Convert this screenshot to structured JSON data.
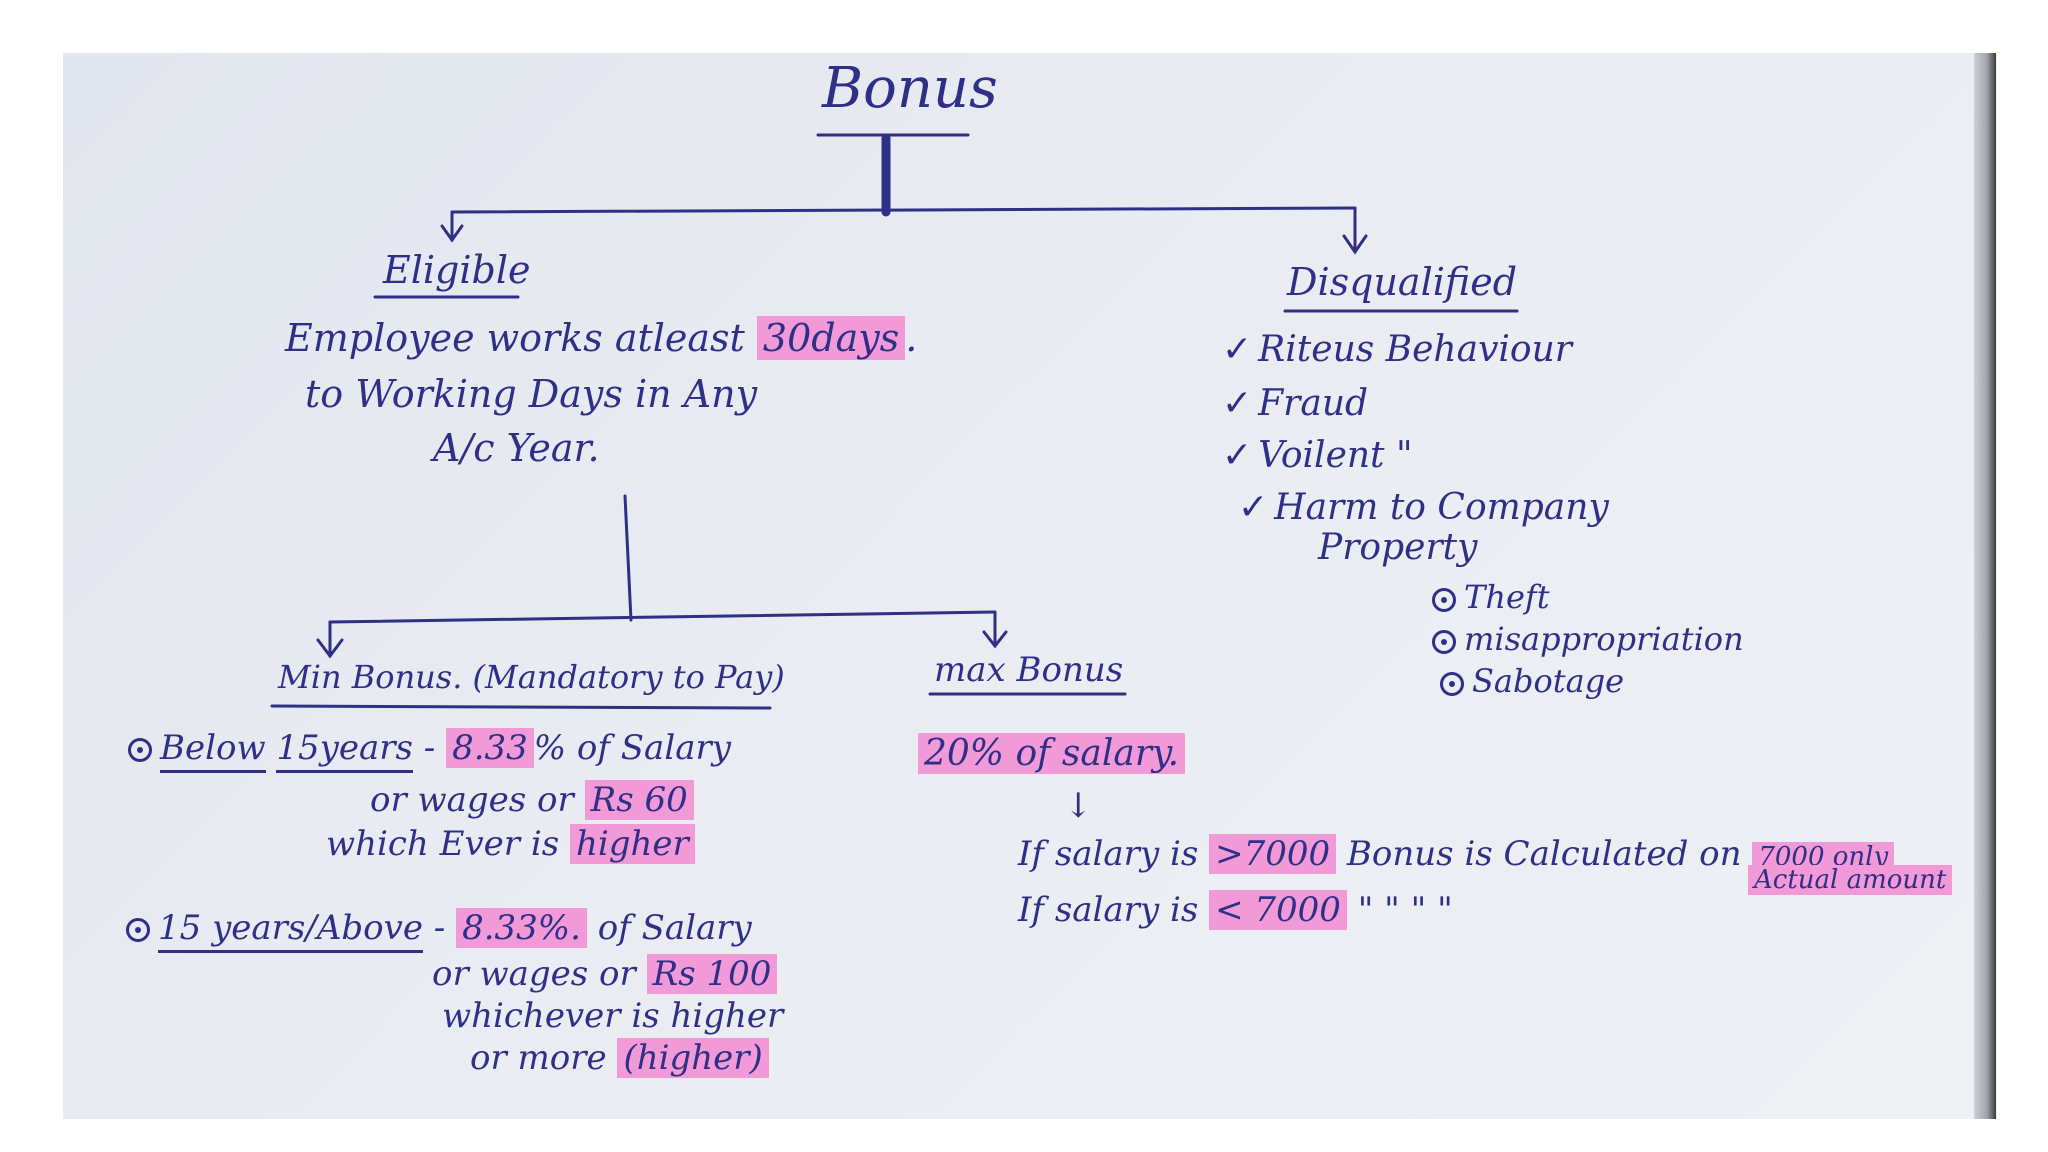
{
  "title": "Bonus",
  "eligible": {
    "heading": "Eligible",
    "desc_line1_pre": "Employee works atleast",
    "desc_line1_hl": "30days",
    "desc_line1_post": ".",
    "desc_line2": "to Working Days in Any",
    "desc_line3": "A/c Year."
  },
  "disqualified": {
    "heading": "Disqualified",
    "items": [
      "Riteus Behaviour",
      "Fraud",
      "Voilent   \"",
      "Harm to Company"
    ],
    "item4_cont": "Property",
    "subitems": [
      "Theft",
      "misappropriation",
      "Sabotage"
    ]
  },
  "min_bonus": {
    "heading": "Min Bonus. (Mandatory to Pay)",
    "below_label": "Below",
    "below_years": "15years",
    "below_dash": "-",
    "below_pct": "8.33",
    "below_pct_post": "% of Salary",
    "below_line2_pre": "or wages or",
    "below_rs": "Rs 60",
    "below_line3_pre": "which Ever is",
    "below_line3_hl": "higher",
    "above_label": "15 years/Above",
    "above_dash": "-",
    "above_pct": "8.33%.",
    "above_pct_post": "of Salary",
    "above_line2_pre": "or wages or",
    "above_rs": "Rs 100",
    "above_line3": "whichever is higher",
    "above_line4_pre": "or more",
    "above_line4_hl": "(higher)"
  },
  "max_bonus": {
    "heading": "max Bonus",
    "pct_hl": "20% of salary.",
    "arrow": "↓",
    "cond1_pre": "If salary is",
    "cond1_hl": ">7000",
    "cond1_mid": "Bonus is Calculated on",
    "cond1_end_hl": "7000 only",
    "cond2_pre": "If  salary is",
    "cond2_hl": "< 7000",
    "cond2_ditto": "\"     \"     \"          \"",
    "cond2_end_hl": "Actual amount"
  }
}
